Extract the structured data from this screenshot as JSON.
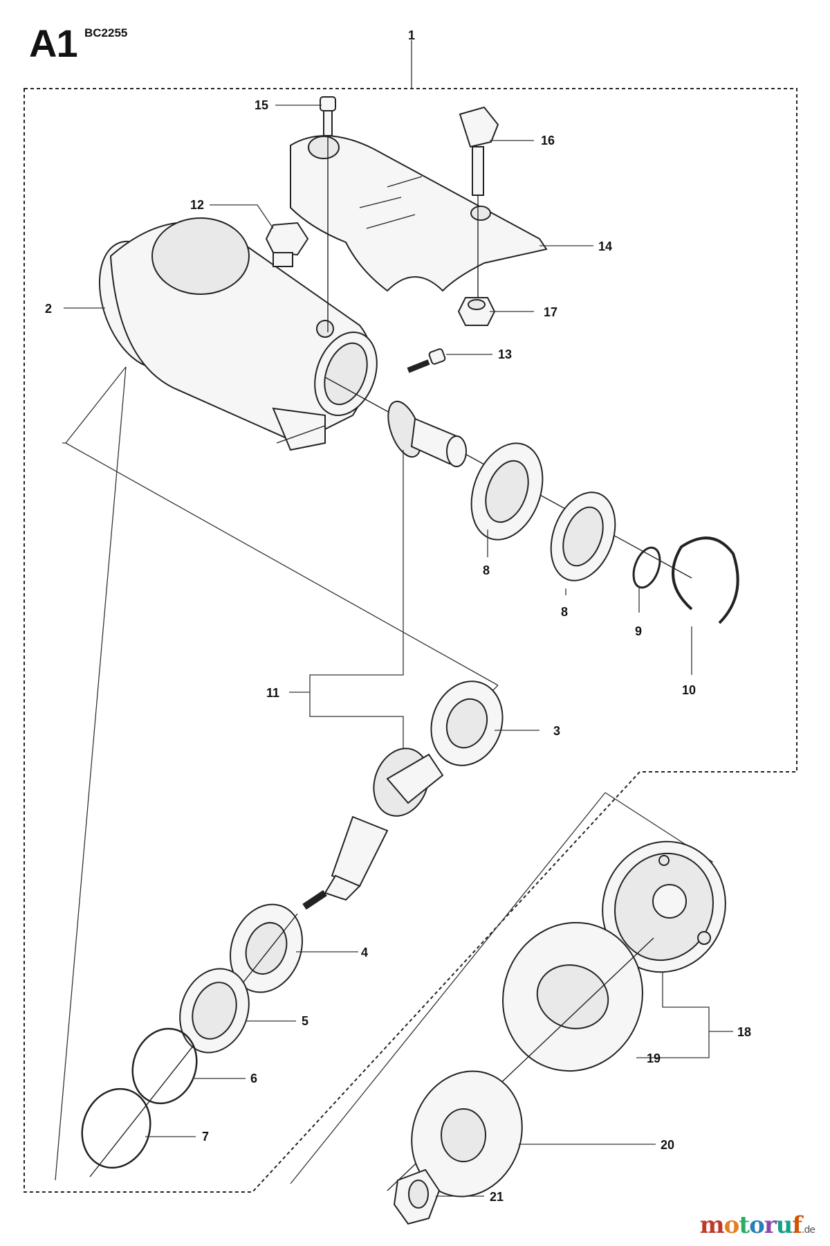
{
  "header": {
    "section": "A1",
    "model": "BC2255"
  },
  "callouts": [
    "1",
    "2",
    "3",
    "4",
    "5",
    "6",
    "7",
    "8",
    "8",
    "9",
    "10",
    "11",
    "12",
    "13",
    "14",
    "15",
    "16",
    "17",
    "18",
    "19",
    "20",
    "21"
  ],
  "watermark": {
    "brand_start": "moto",
    "brand_end": "ruf",
    "suffix": ".de"
  },
  "colors": {
    "m": "#c0392b",
    "o": "#e67e22",
    "t": "#27ae60",
    "o2": "#2980b9",
    "r": "#8e44ad",
    "u": "#16a085",
    "f": "#d35400"
  }
}
